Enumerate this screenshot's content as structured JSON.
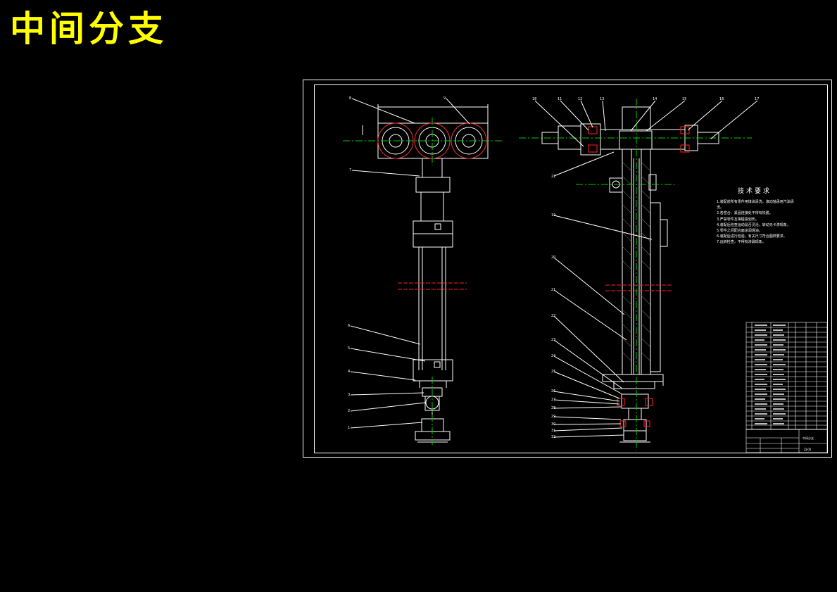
{
  "page_title": "中间分支",
  "tech_requirements": {
    "title": "技术要求",
    "notes": [
      "1.装配前所有零件用煤油清洗，滚动轴承用汽油清洗。",
      "2.各密合、紧固连接处不得有松脱。",
      "3.严禁零件互相碰撞划伤。",
      "4.装配后检查运动是否灵活，转动无卡滞现象。",
      "5.零件之间配合面涂润滑油。",
      "6.装配后进行检验，有关尺寸符合图样要求。",
      "7.运转检查，不得有渗漏现象。"
    ]
  },
  "title_block": {
    "drawing_name": "中间分支",
    "drawing_code": "ZJ-00"
  },
  "left_view_callouts": [
    "8",
    "9",
    "7",
    "6",
    "5",
    "4",
    "3",
    "2",
    "1"
  ],
  "right_view_callouts_top": [
    "18",
    "11",
    "12",
    "13",
    "14",
    "15",
    "16",
    "17"
  ],
  "right_view_callouts_left": [
    "22",
    "19",
    "20",
    "21",
    "22",
    "23",
    "24",
    "25",
    "26",
    "27",
    "28",
    "29",
    "30",
    "31",
    "32"
  ],
  "colors": {
    "background": "#000000",
    "outline": "#ffffff",
    "centerline": "#00cc00",
    "section": "#ff2020",
    "title": "#ffff00"
  }
}
